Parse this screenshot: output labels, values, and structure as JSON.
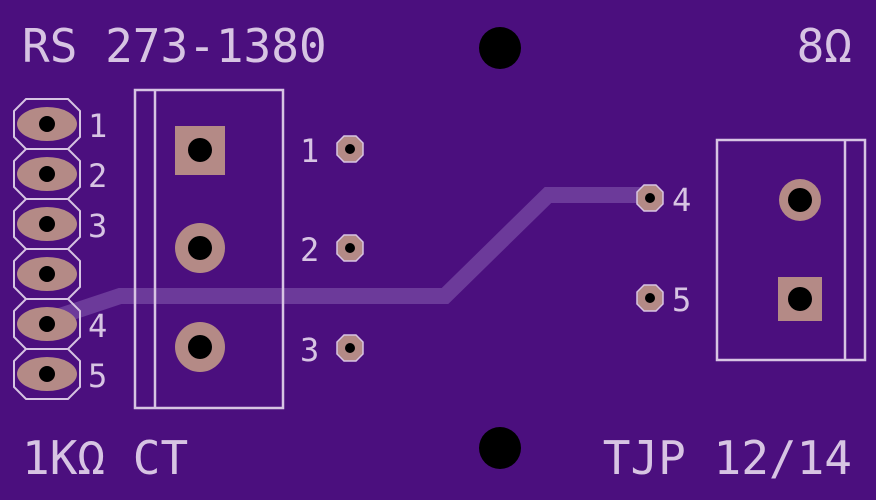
{
  "board": {
    "background_color": "#4b0f7e",
    "silkscreen_color": "#d7c4e3",
    "copper_color": "#b48a86",
    "trace_color": "#6c3a9a"
  },
  "labels": {
    "part_number": "RS 273-1380",
    "impedance_right": "8Ω",
    "impedance_left": "1KΩ CT",
    "author_date": "TJP 12/14"
  },
  "header_pins": {
    "numbers": [
      "1",
      "2",
      "3",
      "4",
      "5"
    ]
  },
  "primary_pads": {
    "numbers": [
      "1",
      "2",
      "3"
    ]
  },
  "secondary_pads": {
    "numbers": [
      "4",
      "5"
    ]
  }
}
